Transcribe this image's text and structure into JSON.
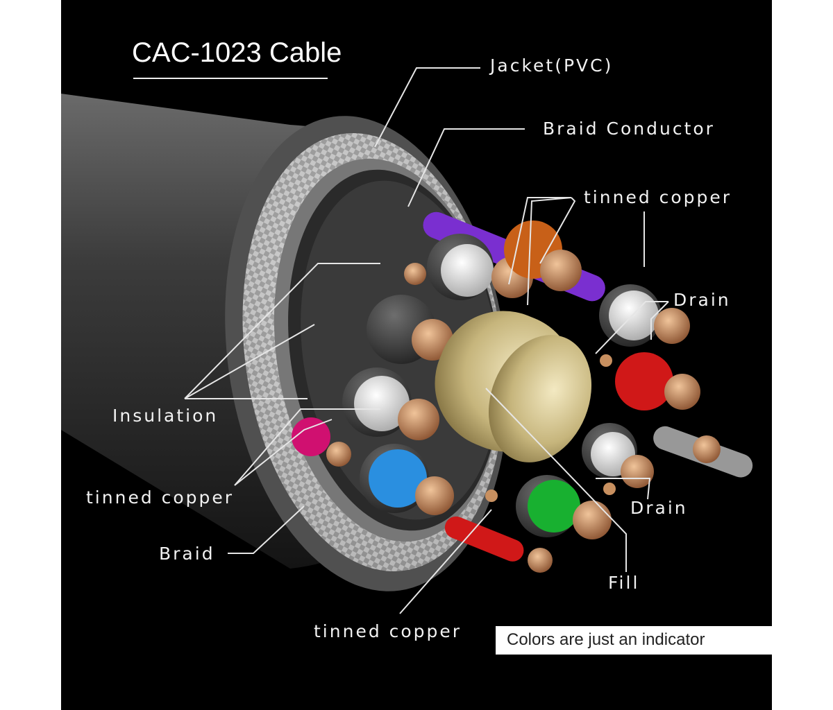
{
  "title": "CAC-1023 Cable",
  "labels": {
    "jacket": "Jacket(PVC)",
    "braid_conductor": "Braid Conductor",
    "tinned_copper_top": "tinned copper",
    "drain_top": "Drain",
    "insulation": "Insulation",
    "tinned_copper_left": "tinned copper",
    "drain_bottom": "Drain",
    "braid": "Braid",
    "fill": "Fill",
    "tinned_copper_bottom": "tinned copper"
  },
  "note": "Colors are just an indicator",
  "colors": {
    "background": "#000000",
    "jacket": "#3a3a3a",
    "braid": "#bdbdbd",
    "copper": "#b87850",
    "fill": "#c8b87a",
    "wire_purple": "#7a2fd0",
    "wire_red": "#d01818",
    "wire_green": "#18b030",
    "wire_blue": "#2a8fe0",
    "wire_magenta": "#d01070",
    "wire_orange": "#c86018",
    "insulation_white": "#e6e6e6"
  }
}
